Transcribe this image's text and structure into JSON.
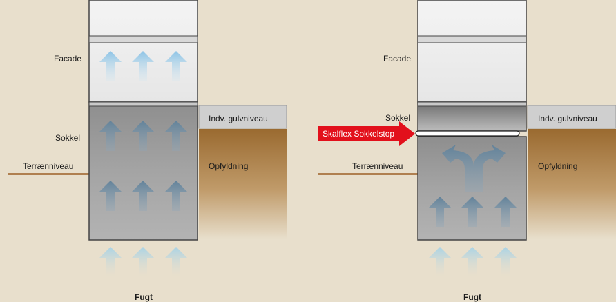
{
  "left_panel": {
    "facade_label": "Facade",
    "sokkel_label": "Sokkel",
    "floor_level_label": "Indv. gulvniveau",
    "terrain_label": "Terrænniveau",
    "fill_label": "Opfyldning",
    "moisture_label": "Fugt"
  },
  "right_panel": {
    "facade_label": "Facade",
    "sokkel_label": "Sokkel",
    "product_label": "Skalflex Sokkelstop",
    "floor_level_label": "Indv. gulvniveau",
    "terrain_label": "Terrænniveau",
    "fill_label": "Opfyldning",
    "moisture_label": "Fugt"
  },
  "colors": {
    "background": "#e8dfcc",
    "facade": "#f0f0f0",
    "sokkel": "#9a9a9a",
    "fill_soil": "#9a6a30",
    "terrain_line": "#b08050",
    "arrow_blue": "#9ccde8",
    "arrow_gray_blue": "#6f8aa0",
    "product_red": "#e2101b"
  }
}
